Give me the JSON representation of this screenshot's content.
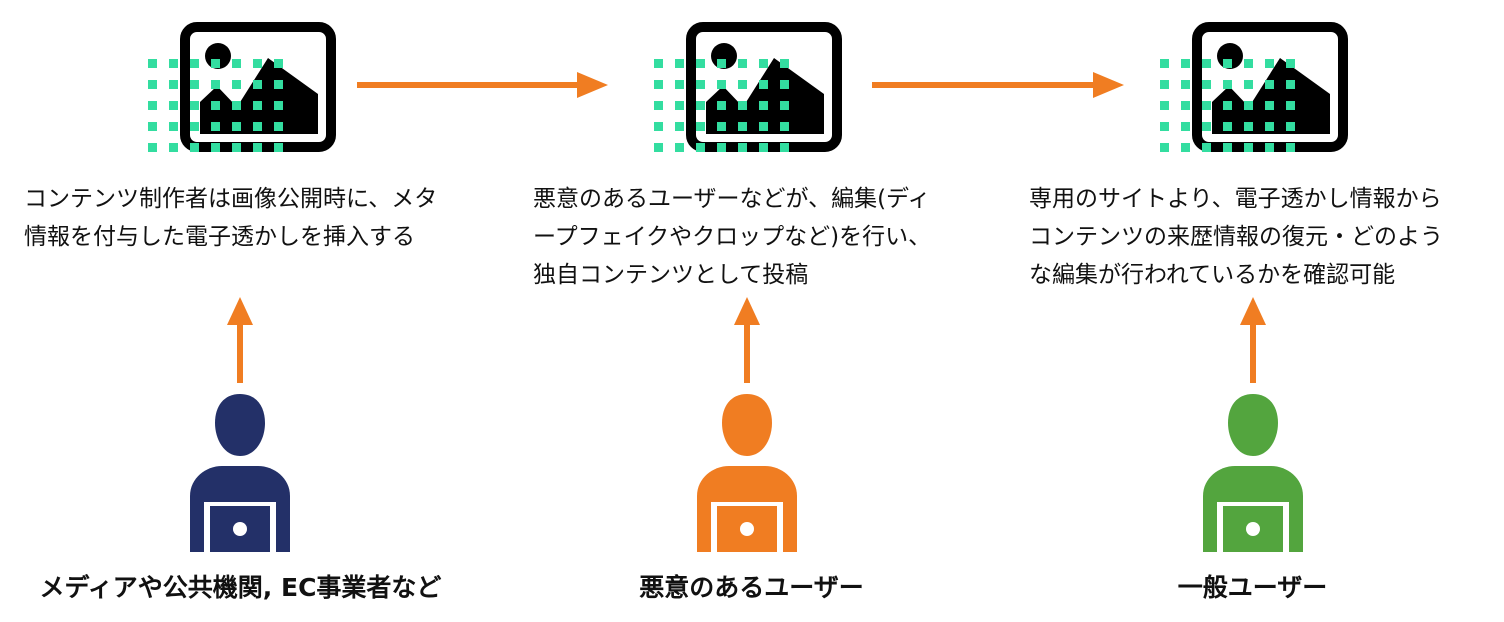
{
  "colors": {
    "arrow": "#F07D22",
    "watermark_dots": "#33DDA0",
    "image_frame": "#000000",
    "creator": "#233068",
    "malicious_user": "#F07D22",
    "general_user": "#53A53E"
  },
  "steps": [
    {
      "text": "コンテンツ制作者は画像公開時に、メタ\n情報を付与した電子透かしを挿入する",
      "actor": "メディアや公共機関, EC事業者など",
      "actor_color": "#233068",
      "icon": "image-with-watermark-icon",
      "person_icon": "person-with-laptop-icon"
    },
    {
      "text": "悪意のあるユーザーなどが、編集(ディ\nープフェイクやクロップなど)を行い、\n独自コンテンツとして投稿",
      "actor": "悪意のあるユーザー",
      "actor_color": "#F07D22",
      "icon": "image-with-watermark-icon",
      "person_icon": "person-with-laptop-icon"
    },
    {
      "text": "専用のサイトより、電子透かし情報から\nコンテンツの来歴情報の復元・どのよう\nな編集が行われているかを確認可能",
      "actor": "一般ユーザー",
      "actor_color": "#53A53E",
      "icon": "image-with-watermark-icon",
      "person_icon": "person-with-laptop-icon"
    }
  ]
}
